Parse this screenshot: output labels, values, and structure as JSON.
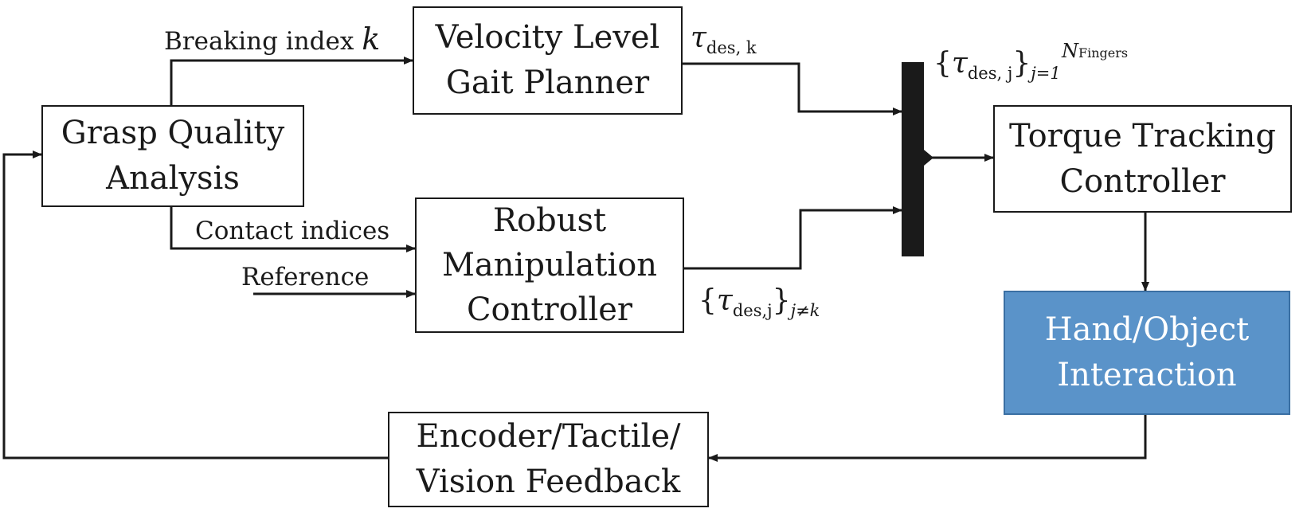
{
  "blocks": {
    "grasp_quality": [
      "Grasp Quality",
      "Analysis"
    ],
    "gait_planner": [
      "Velocity Level",
      "Gait Planner"
    ],
    "robust_controller": [
      "Robust",
      "Manipulation",
      "Controller"
    ],
    "torque_tracking": [
      "Torque Tracking",
      "Controller"
    ],
    "hand_object": [
      "Hand/Object",
      "Interaction"
    ],
    "feedback": [
      "Encoder/Tactile/",
      "Vision Feedback"
    ]
  },
  "labels": {
    "breaking_index": "Breaking index",
    "breaking_symbol": "k",
    "contact_indices": "Contact indices",
    "reference": "Reference"
  },
  "math": {
    "tau": "τ",
    "tau_des_k_sub": "des, k",
    "mux_out_lbrace": "{",
    "mux_out_sub": "des, j",
    "mux_out_rbrace": "}",
    "mux_out_lower": "j=1",
    "mux_out_upper_N": "N",
    "mux_out_upper_sub": "Fingers",
    "robust_out_sub": "des,j",
    "robust_out_lower": "j≠k"
  },
  "colors": {
    "line": "#1a1a1a",
    "highlight_block": "#5a93c9"
  }
}
